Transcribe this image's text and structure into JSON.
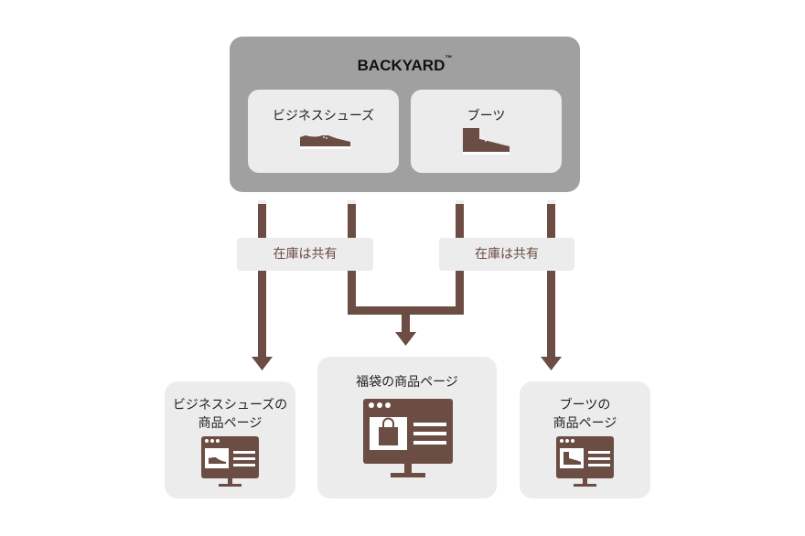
{
  "backyard": {
    "title": "BACKYARD",
    "tm": "™",
    "categories": [
      {
        "label": "ビジネスシューズ",
        "icon": "dress-shoe-icon"
      },
      {
        "label": "ブーツ",
        "icon": "boot-icon"
      }
    ]
  },
  "flow": {
    "shared_label_left": "在庫は共有",
    "shared_label_right": "在庫は共有"
  },
  "pages": {
    "business": {
      "line1": "ビジネスシューズの",
      "line2": "商品ページ",
      "icon": "monitor-shoe-icon"
    },
    "lucky_bag": {
      "line1": "福袋の商品ページ",
      "icon": "monitor-bag-icon"
    },
    "boots": {
      "line1": "ブーツの",
      "line2": "商品ページ",
      "icon": "monitor-shoe-icon"
    }
  },
  "colors": {
    "brown": "#6b4d43",
    "card_gray": "#ececec",
    "container_gray": "#a0a0a0"
  }
}
